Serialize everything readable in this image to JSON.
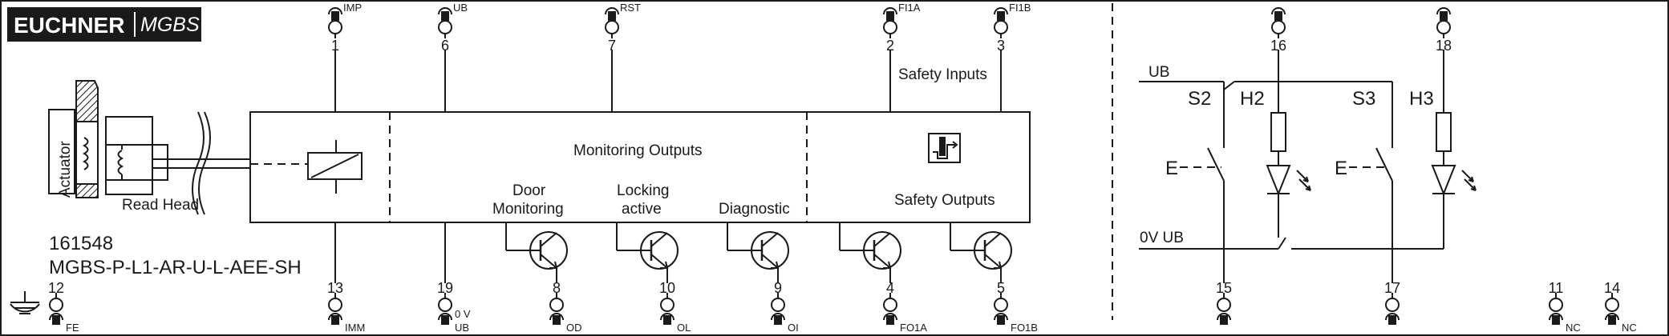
{
  "logo": {
    "brand": "EUCHNER",
    "product": "MGBS"
  },
  "device": {
    "article_number": "161548",
    "model": "MGBS-P-L1-AR-U-L-AEE-SH"
  },
  "labels": {
    "actuator": "Actuator",
    "read_head": "Read Head",
    "monitoring_outputs": "Monitoring Outputs",
    "safety_inputs": "Safety Inputs",
    "safety_outputs": "Safety Outputs",
    "door_monitoring_1": "Door",
    "door_monitoring_2": "Monitoring",
    "locking_active_1": "Locking",
    "locking_active_2": "active",
    "diagnostic": "Diagnostic"
  },
  "top_pins": [
    {
      "number": "1",
      "signal": "IMP"
    },
    {
      "number": "6",
      "signal": "UB"
    },
    {
      "number": "7",
      "signal": "RST"
    },
    {
      "number": "2",
      "signal": "FI1A"
    },
    {
      "number": "3",
      "signal": "FI1B"
    },
    {
      "number": "16",
      "signal": ""
    },
    {
      "number": "18",
      "signal": ""
    }
  ],
  "bottom_pins": [
    {
      "number": "12",
      "signal": "FE",
      "extra": ""
    },
    {
      "number": "13",
      "signal": "IMM",
      "extra": ""
    },
    {
      "number": "19",
      "signal": "UB",
      "extra": "0 V"
    },
    {
      "number": "8",
      "signal": "OD",
      "extra": ""
    },
    {
      "number": "10",
      "signal": "OL",
      "extra": ""
    },
    {
      "number": "9",
      "signal": "OI",
      "extra": ""
    },
    {
      "number": "4",
      "signal": "FO1A",
      "extra": ""
    },
    {
      "number": "5",
      "signal": "FO1B",
      "extra": ""
    },
    {
      "number": "15",
      "signal": "",
      "extra": ""
    },
    {
      "number": "17",
      "signal": "",
      "extra": ""
    },
    {
      "number": "11",
      "signal": "NC",
      "extra": ""
    },
    {
      "number": "14",
      "signal": "NC",
      "extra": ""
    }
  ],
  "right_panel": {
    "ub": "UB",
    "zero_v_ub": "0V UB",
    "s2": "S2",
    "h2": "H2",
    "s3": "S3",
    "h3": "H3",
    "e_left": "E",
    "e_right": "E"
  }
}
